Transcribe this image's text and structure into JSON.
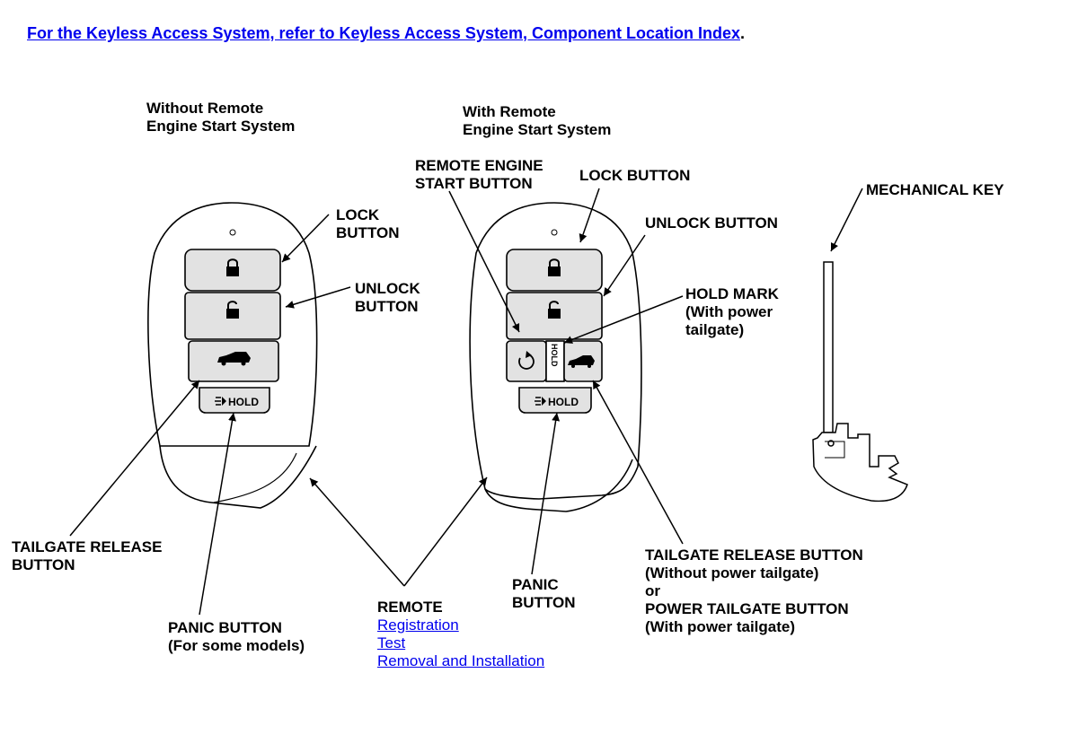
{
  "header": {
    "link_text": "For the Keyless Access System, refer to Keyless Access System, Component Location Index",
    "period": "."
  },
  "fob_left": {
    "title_line1": "Without Remote",
    "title_line2": "Engine Start System",
    "hold_text": "HOLD"
  },
  "fob_right": {
    "title_line1": "With Remote",
    "title_line2": "Engine Start System",
    "hold_text": "HOLD",
    "hold_mark_text": "HOLD"
  },
  "labels": {
    "lock_button_left_1": "LOCK",
    "lock_button_left_2": "BUTTON",
    "unlock_button_left_1": "UNLOCK",
    "unlock_button_left_2": "BUTTON",
    "tailgate_release_1": "TAILGATE RELEASE",
    "tailgate_release_2": "BUTTON",
    "panic_left_1": "PANIC BUTTON",
    "panic_left_2": "(For some models)",
    "remote_engine_start_1": "REMOTE ENGINE",
    "remote_engine_start_2": "START BUTTON",
    "lock_button_right": "LOCK BUTTON",
    "unlock_button_right": "UNLOCK BUTTON",
    "hold_mark_1": "HOLD MARK",
    "hold_mark_2": "(With power",
    "hold_mark_3": "tailgate)",
    "mechanical_key": "MECHANICAL KEY",
    "panic_right_1": "PANIC",
    "panic_right_2": "BUTTON",
    "tailgate_right_1": "TAILGATE RELEASE BUTTON",
    "tailgate_right_2": "(Without power tailgate)",
    "tailgate_right_3": "or",
    "tailgate_right_4": "POWER TAILGATE BUTTON",
    "tailgate_right_5": "(With power tailgate)"
  },
  "remote": {
    "heading": "REMOTE",
    "links": [
      "Registration",
      "Test",
      "Removal and Installation"
    ]
  }
}
